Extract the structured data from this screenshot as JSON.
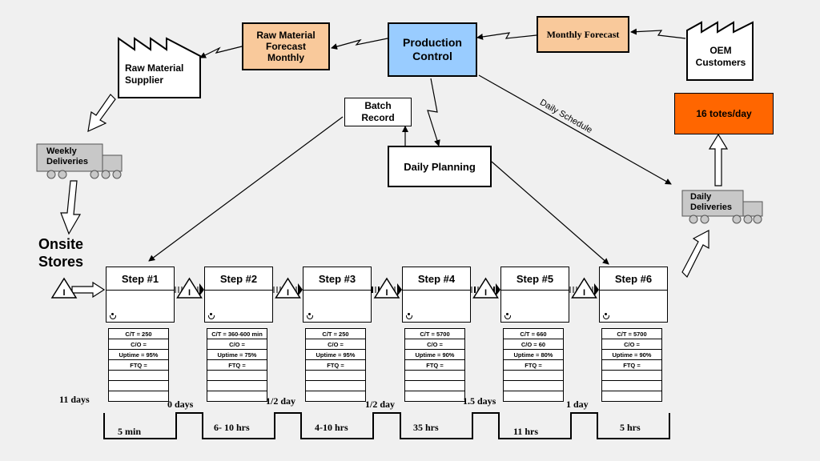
{
  "nodes": {
    "raw_material_forecast": "Raw Material Forecast Monthly",
    "production_control": "Production Control",
    "monthly_forecast": "Monthly Forecast",
    "oem_customers": "OEM Customers",
    "raw_material_supplier": "Raw Material Supplier",
    "batch_record": "Batch Record",
    "daily_planning": "Daily Planning",
    "totes_per_day": "16 totes/day",
    "weekly_deliveries": "Weekly Deliveries",
    "daily_deliveries": "Daily Deliveries",
    "onsite_stores": "Onsite Stores",
    "daily_schedule": "Daily Schedule"
  },
  "inventory_symbol": "I",
  "steps": [
    {
      "name": "Step #1",
      "ct": "C/T = 250",
      "co": "C/O =",
      "uptime": "Uptime = 95%",
      "ftq": "FTQ ="
    },
    {
      "name": "Step #2",
      "ct": "C/T = 360-600 min",
      "co": "C/O =",
      "uptime": "Uptime = 75%",
      "ftq": "FTQ ="
    },
    {
      "name": "Step #3",
      "ct": "C/T = 250",
      "co": "C/O =",
      "uptime": "Uptime = 95%",
      "ftq": "FTQ ="
    },
    {
      "name": "Step #4",
      "ct": "C/T = 5700",
      "co": "C/O =",
      "uptime": "Uptime = 90%",
      "ftq": "FTQ ="
    },
    {
      "name": "Step #5",
      "ct": "C/T = 660",
      "co": "C/O = 60",
      "uptime": "Uptime = 80%",
      "ftq": "FTQ ="
    },
    {
      "name": "Step #6",
      "ct": "C/T = 5700",
      "co": "C/O =",
      "uptime": "Uptime = 90%",
      "ftq": "FTQ ="
    }
  ],
  "timeline": {
    "wait_times": [
      "11 days",
      "0 days",
      "1/2 day",
      "1/2 day",
      "1.5 days",
      "1 day"
    ],
    "process_times": [
      "5 min",
      "6- 10 hrs",
      "4-10 hrs",
      "35 hrs",
      "11 hrs",
      "5 hrs"
    ]
  },
  "colors": {
    "forecast_box": "#f9c99b",
    "production_control": "#99ccff",
    "totes_box": "#ff6600",
    "truck": "#c8c8c8",
    "background": "#f0f0f0"
  }
}
